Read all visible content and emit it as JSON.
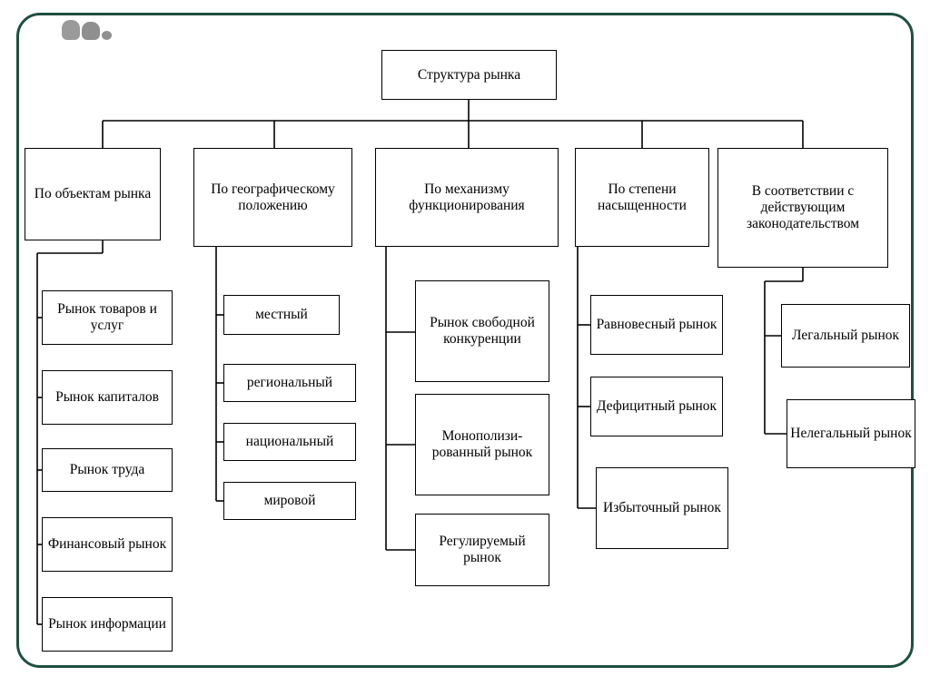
{
  "slide": {
    "logo_name": "presentation-logo",
    "border_color": "#1f4f3f"
  },
  "diagram": {
    "type": "tree",
    "root": {
      "label": "Структура рынка"
    },
    "branches": [
      {
        "label": "По объектам рынка",
        "children": [
          {
            "label": "Рынок товаров и услуг"
          },
          {
            "label": "Рынок капиталов"
          },
          {
            "label": "Рынок труда"
          },
          {
            "label": "Финансовый рынок"
          },
          {
            "label": "Рынок информации"
          }
        ]
      },
      {
        "label": "По географическому положению",
        "children": [
          {
            "label": "местный"
          },
          {
            "label": "региональный"
          },
          {
            "label": "национальный"
          },
          {
            "label": "мировой"
          }
        ]
      },
      {
        "label": "По механизму функционирования",
        "children": [
          {
            "label": "Рынок свободной конкуренции"
          },
          {
            "label": "Монополизи-рованный рынок"
          },
          {
            "label": "Регулируемый рынок"
          }
        ]
      },
      {
        "label": "По степени насыщенности",
        "children": [
          {
            "label": "Равновесный рынок"
          },
          {
            "label": "Дефицитный рынок"
          },
          {
            "label": "Избыточный рынок"
          }
        ]
      },
      {
        "label": "В соответствии с действующим законодательством",
        "children": [
          {
            "label": "Легальный рынок"
          },
          {
            "label": "Нелегальный рынок"
          }
        ]
      }
    ]
  }
}
